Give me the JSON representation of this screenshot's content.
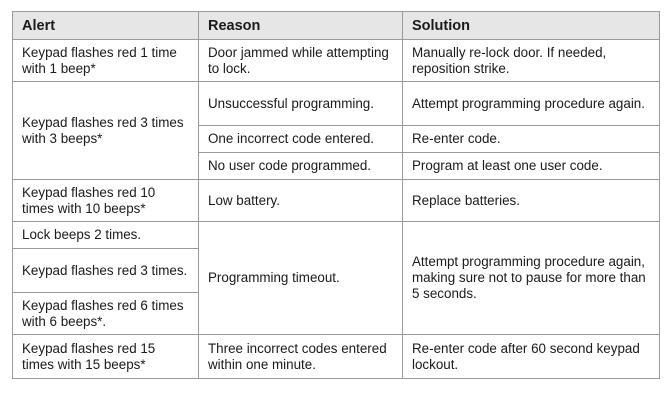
{
  "table": {
    "headers": [
      "Alert",
      "Reason",
      "Solution"
    ],
    "rows": [
      {
        "alert": "Keypad flashes red 1 time with 1 beep*",
        "reason": "Door jammed while attempting to lock.",
        "solution": "Manually re-lock door. If needed, reposition strike."
      },
      {
        "alert": "Keypad flashes red 3 times with 3 beeps*",
        "reasons": [
          {
            "reason": "Unsuccessful programming.",
            "solution": "Attempt programming procedure again."
          },
          {
            "reason": "One incorrect code entered.",
            "solution": "Re-enter code."
          },
          {
            "reason": "No user code  programmed.",
            "solution": "Program at least one user code."
          }
        ]
      },
      {
        "alert": "Keypad flashes red 10 times with 10 beeps*",
        "reason": "Low battery.",
        "solution": "Replace batteries."
      },
      {
        "alerts": [
          "Lock beeps 2 times.",
          "Keypad flashes red 3 times.",
          "Keypad flashes red 6 times with 6 beeps*."
        ],
        "reason": "Programming timeout.",
        "solution": "Attempt programming procedure again, making sure not to pause for more than 5 seconds."
      },
      {
        "alert": "Keypad flashes red 15 times with 15 beeps*",
        "reason": "Three incorrect codes entered within one minute.",
        "solution": "Re-enter code after 60 second keypad lockout."
      }
    ]
  }
}
